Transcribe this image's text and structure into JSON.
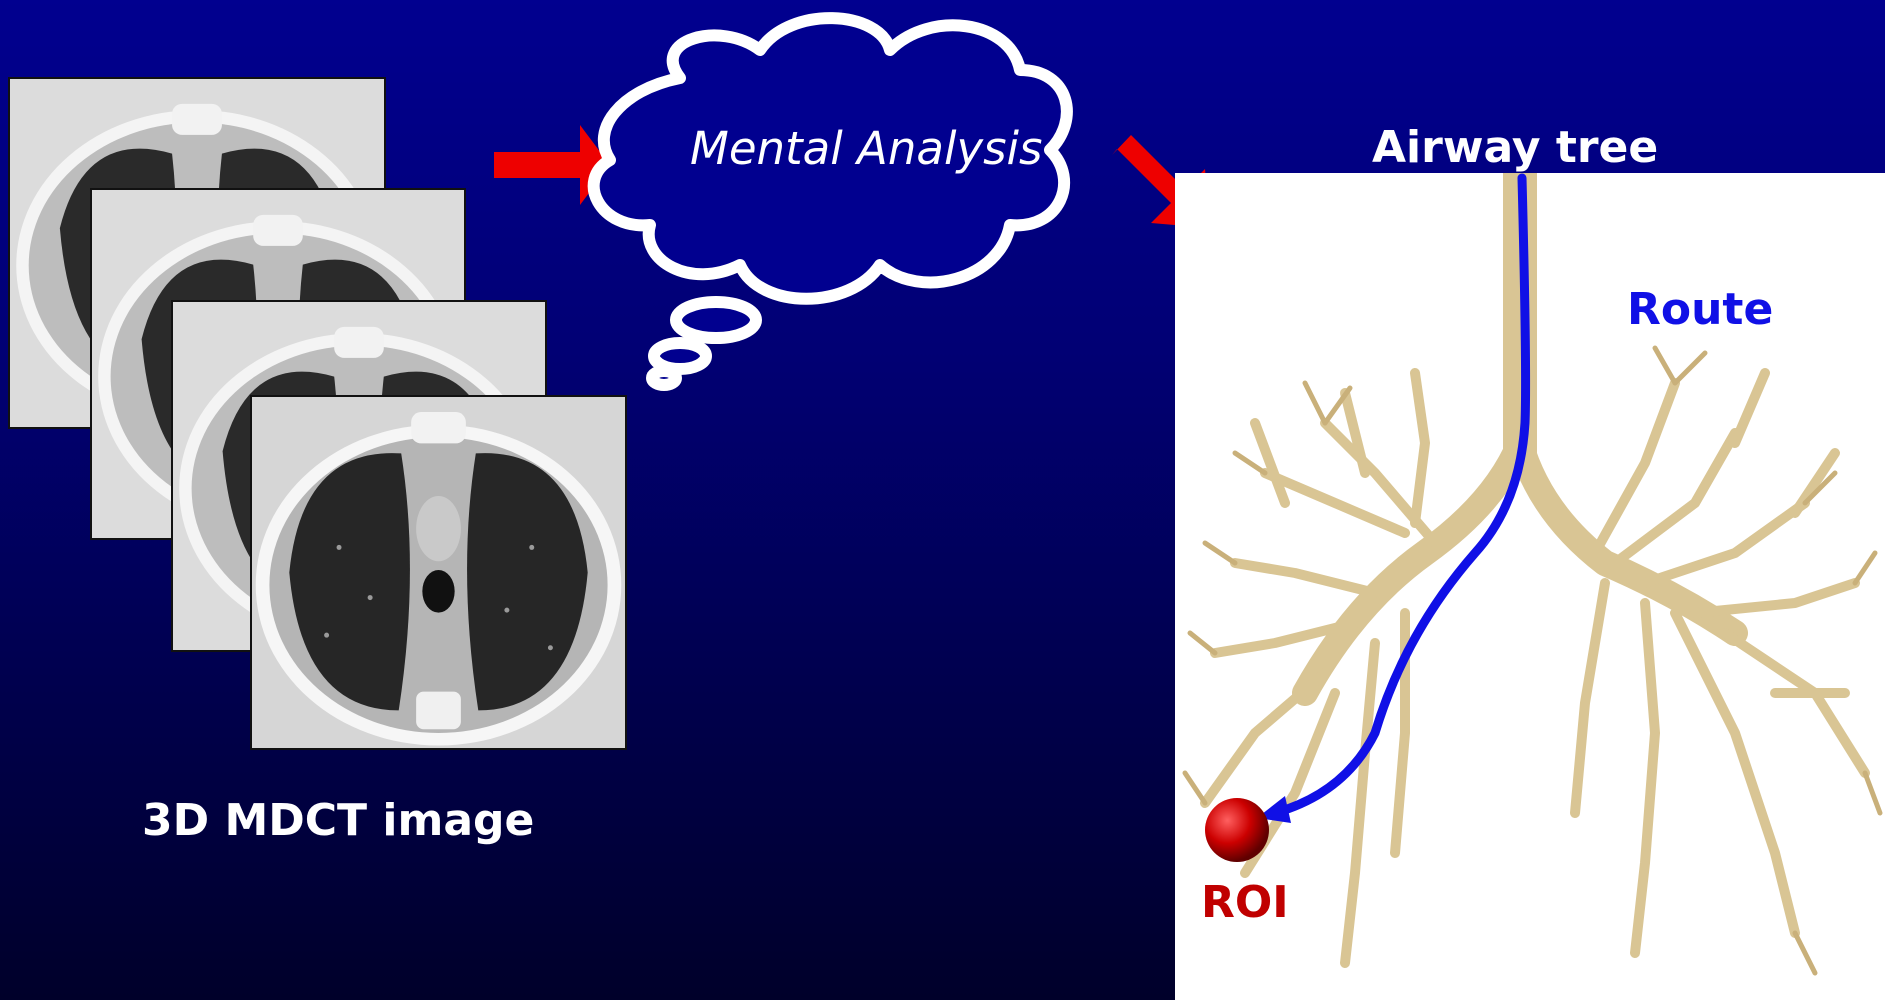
{
  "ct_stack": {
    "caption": "3D MDCT image",
    "slice_count": 4
  },
  "thought": {
    "text": "Mental Analysis"
  },
  "airway": {
    "title": "Airway tree",
    "route_label": "Route",
    "roi_label": "ROI"
  },
  "colors": {
    "background_top": "#01008f",
    "background_bottom": "#00002a",
    "arrow": "#ee0000",
    "route": "#1010e6",
    "roi": "#c00000",
    "airway": "#d9c594",
    "text": "#ffffff"
  },
  "icons": [
    "right-arrow-icon",
    "thought-cloud-icon",
    "diagonal-arrow-icon",
    "roi-sphere-icon"
  ]
}
